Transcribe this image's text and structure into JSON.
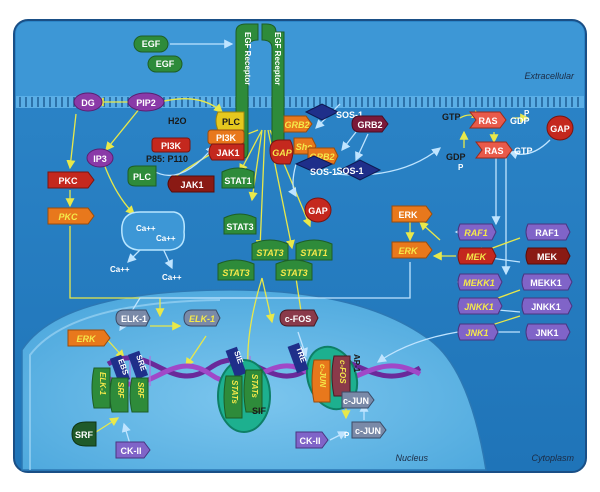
{
  "regions": {
    "extracellular": "Extracellular",
    "cytoplasm": "Cytoplasm",
    "nucleus": "Nucleus"
  },
  "ligands": {
    "egf_1": "EGF",
    "egf_2": "EGF"
  },
  "receptor": {
    "left": "EGF Receptor",
    "right": "EGF Receptor"
  },
  "membrane": {
    "dg": "DG",
    "pip2": "PIP2",
    "h2o": "H2O",
    "plc_top": "PLC",
    "pi3k_top": "PI3K",
    "jak1_top": "JAK1"
  },
  "cytoplasm": {
    "ip3": "IP3",
    "pkc_1": "PKC",
    "pkc_2": "PKC",
    "pi3k": "PI3K",
    "p85_p110": "P85: P110",
    "plc": "PLC",
    "jak1": "JAK1",
    "ca_1": "Ca++",
    "ca_2": "Ca++",
    "ca_3": "Ca++",
    "ca_4": "Ca++",
    "stat1_a": "STAT1",
    "stat3_a": "STAT3",
    "stat3_b": "STAT3",
    "stat1_b": "STAT1",
    "stat3_c": "STAT3",
    "stat3_d": "STAT3",
    "grb2_a": "GRB2",
    "shc": "Shc",
    "grb2_b": "GRB2",
    "gap_a": "GAP",
    "sos_1": "SOS-1",
    "sos_2": "SOS-1",
    "sos_3": "SOS-1",
    "grb2_c": "GRB2",
    "gap_b": "GAP",
    "gtp_1": "GTP",
    "ras_1": "RAS",
    "gdp_1": "GDP",
    "p_1": "P",
    "gap_c": "GAP",
    "gdp_2": "GDP",
    "p_2": "P",
    "ras_2": "RAS",
    "gtp_2": "GTP",
    "erk_1": "ERK",
    "erk_2": "ERK",
    "raf1_a": "RAF1",
    "raf1_b": "RAF1",
    "mek_a": "MEK",
    "mek_b": "MEK",
    "mekk1_a": "MEKK1",
    "mekk1_b": "MEKK1",
    "jnkk1_a": "JNKK1",
    "jnkk1_b": "JNKK1",
    "jnk1_a": "JNK1",
    "jnk1_b": "JNK1"
  },
  "nucleus": {
    "erk": "ERK",
    "elk1_a": "ELK-1",
    "elk1_b": "ELK-1",
    "cfos_a": "c-FOS",
    "ebs": "EBS",
    "sre": "SRE",
    "elk1_c": "ELK-1",
    "srf_a": "SRF",
    "srf_b": "SRF",
    "sie": "SIE",
    "tre": "TRE",
    "stat_l": "STATs",
    "stat_r": "STATs",
    "sif": "SIF",
    "cjun_a": "c-JUN",
    "cfos_b": "c-FOS",
    "ap1": "AP-1",
    "srf_c": "SRF",
    "ck2_a": "CK-II",
    "cjun_b": "c-JUN",
    "ck2_b": "CK-II",
    "p": "P",
    "cjun_c": "c-JUN"
  },
  "colors": {
    "background": "#2f86c7",
    "nucleus": "#5cb0e0",
    "membrane": "#4aa0da",
    "green": "#2e8b3a",
    "red": "#c4281e",
    "purple": "#8064c8",
    "navy": "#1f2f8a",
    "orange": "#e8781c",
    "teal": "#1ab89a",
    "yellow_arrow": "#e8e84a"
  }
}
